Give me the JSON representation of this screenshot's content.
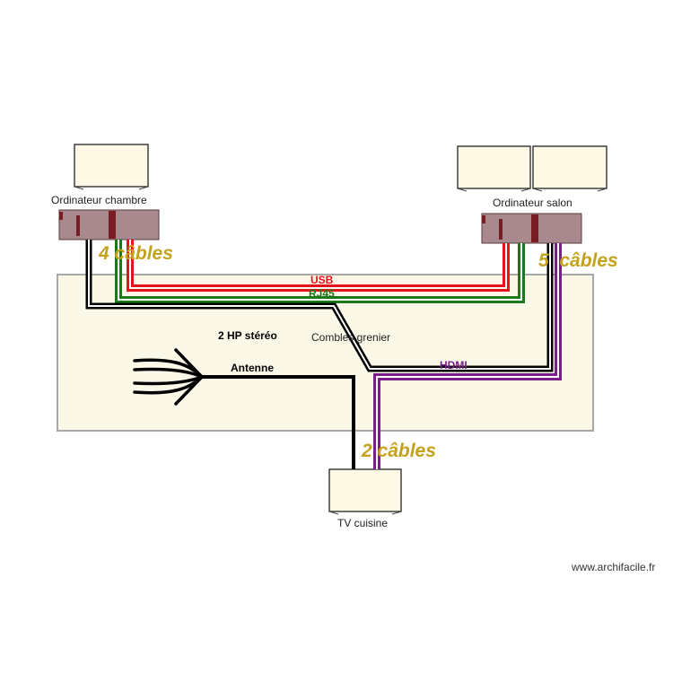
{
  "rooms": {
    "attic": {
      "label": "Combles grenier"
    }
  },
  "devices": {
    "pc_bedroom": {
      "label": "Ordinateur chambre"
    },
    "pc_living": {
      "label": "Ordinateur salon"
    },
    "tv_kitchen": {
      "label": "TV cuisine"
    }
  },
  "cables": {
    "usb": {
      "label": "USB",
      "color": "#e8121b"
    },
    "rj45": {
      "label": "RJ45",
      "color": "#1a7a1a"
    },
    "hdmi": {
      "label": "HDMI",
      "color": "#7a1f8a"
    },
    "speakers": {
      "label": "2 HP stéréo",
      "color": "#000000"
    },
    "antenna": {
      "label": "Antenne",
      "color": "#000000"
    }
  },
  "counts": {
    "bedroom": "4 câbles",
    "living": "5  câbles",
    "kitchen": "2 câbles",
    "color": "#c4a21c"
  },
  "watermark": "www.archifacile.fr"
}
